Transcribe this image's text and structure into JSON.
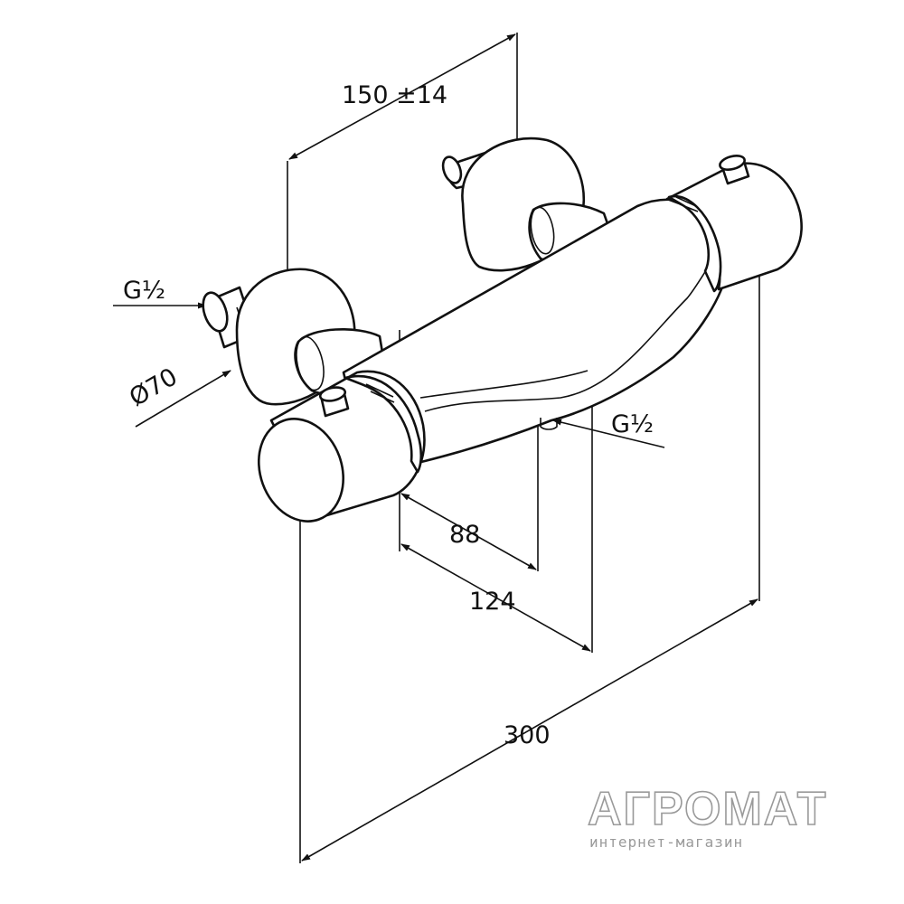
{
  "dimensions": {
    "width_between_inlets": "150 ±14",
    "thread_left": "G½",
    "rosette_diameter": "Ø70",
    "thread_bottom": "G½",
    "outlet_offset_short": "88",
    "outlet_offset_long": "124",
    "overall_length": "300"
  },
  "watermark": {
    "brand": "АГРОМАТ",
    "tagline": "интернет-магазин"
  }
}
